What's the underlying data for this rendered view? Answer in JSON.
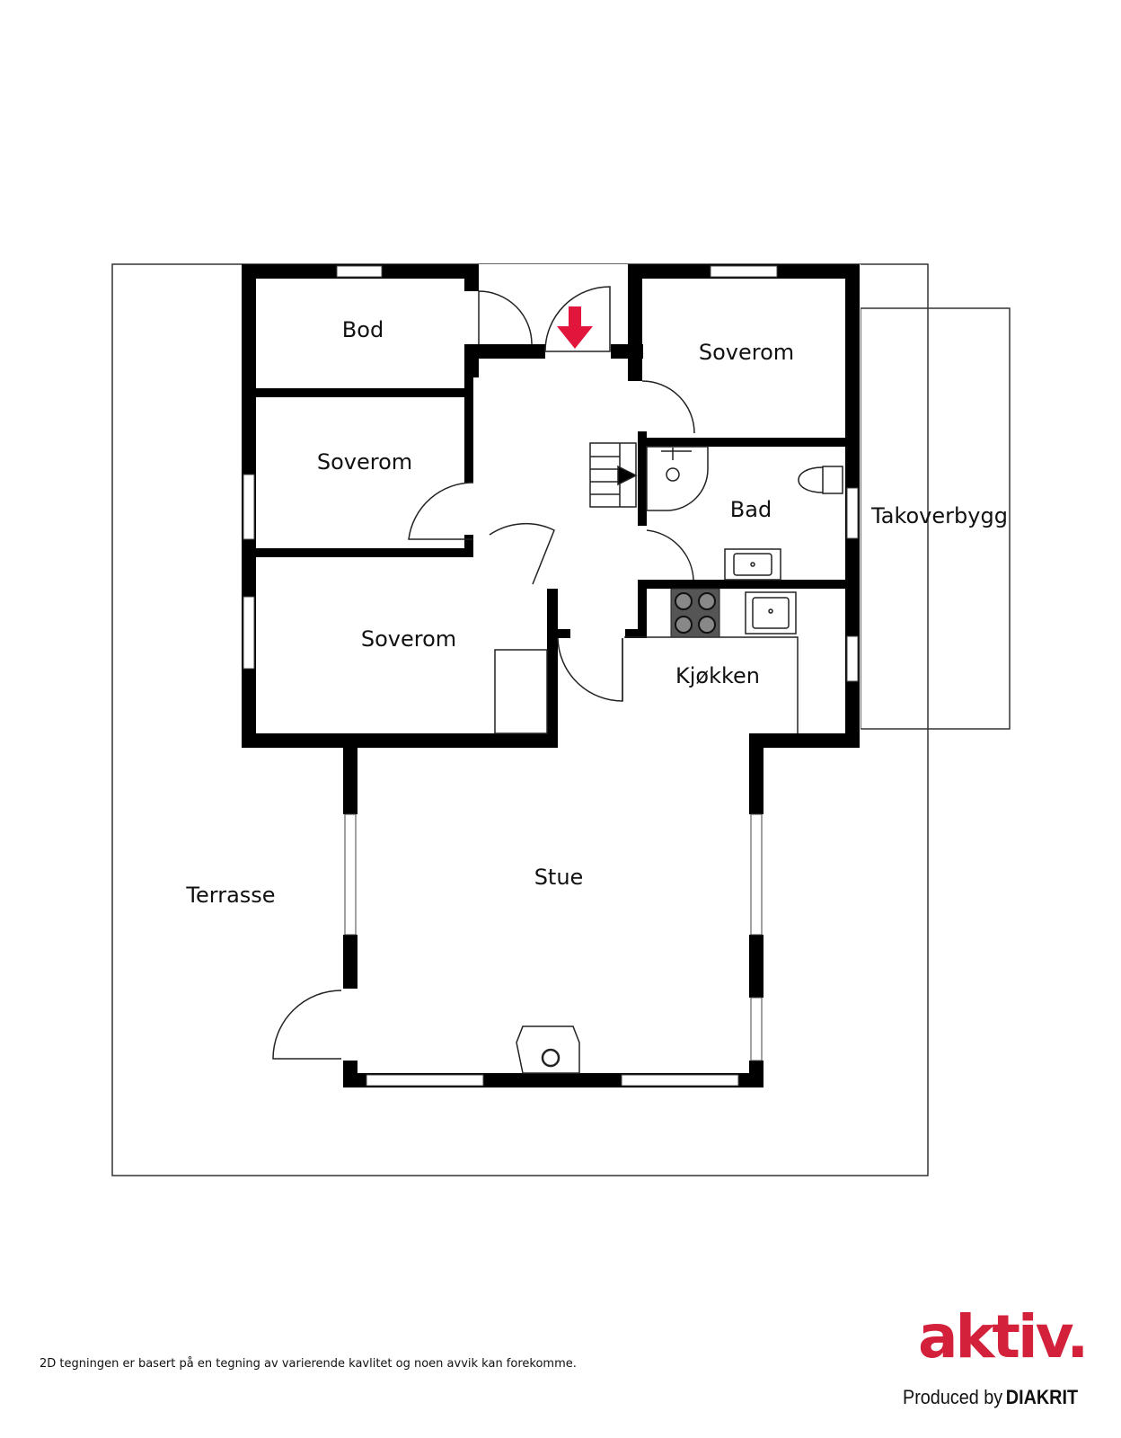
{
  "rooms": {
    "bod": "Bod",
    "soverom_top_right": "Soverom",
    "soverom_left_upper": "Soverom",
    "soverom_left_lower": "Soverom",
    "bad": "Bad",
    "takoverbygg": "Takoverbygg",
    "kjokken": "Kjøkken",
    "stue": "Stue",
    "terrasse": "Terrasse"
  },
  "disclaimer": "2D tegningen er basert på en tegning av varierende kavlitet og noen avvik kan forekomme.",
  "brand": {
    "logo_text": "aktiv.",
    "produced_by": "Produced by",
    "maker": "DIAKRIT",
    "logo_color": "#d3203b"
  },
  "icons": {
    "entrance": "entrance-arrow-icon",
    "stairs": "stairs-icon",
    "stove": "stove-icon",
    "sink": "sink-icon",
    "shower": "shower-icon",
    "toilet": "toilet-icon",
    "fireplace": "fireplace-icon"
  },
  "colors": {
    "wall": "#000000",
    "entrance_arrow": "#e2153c"
  }
}
